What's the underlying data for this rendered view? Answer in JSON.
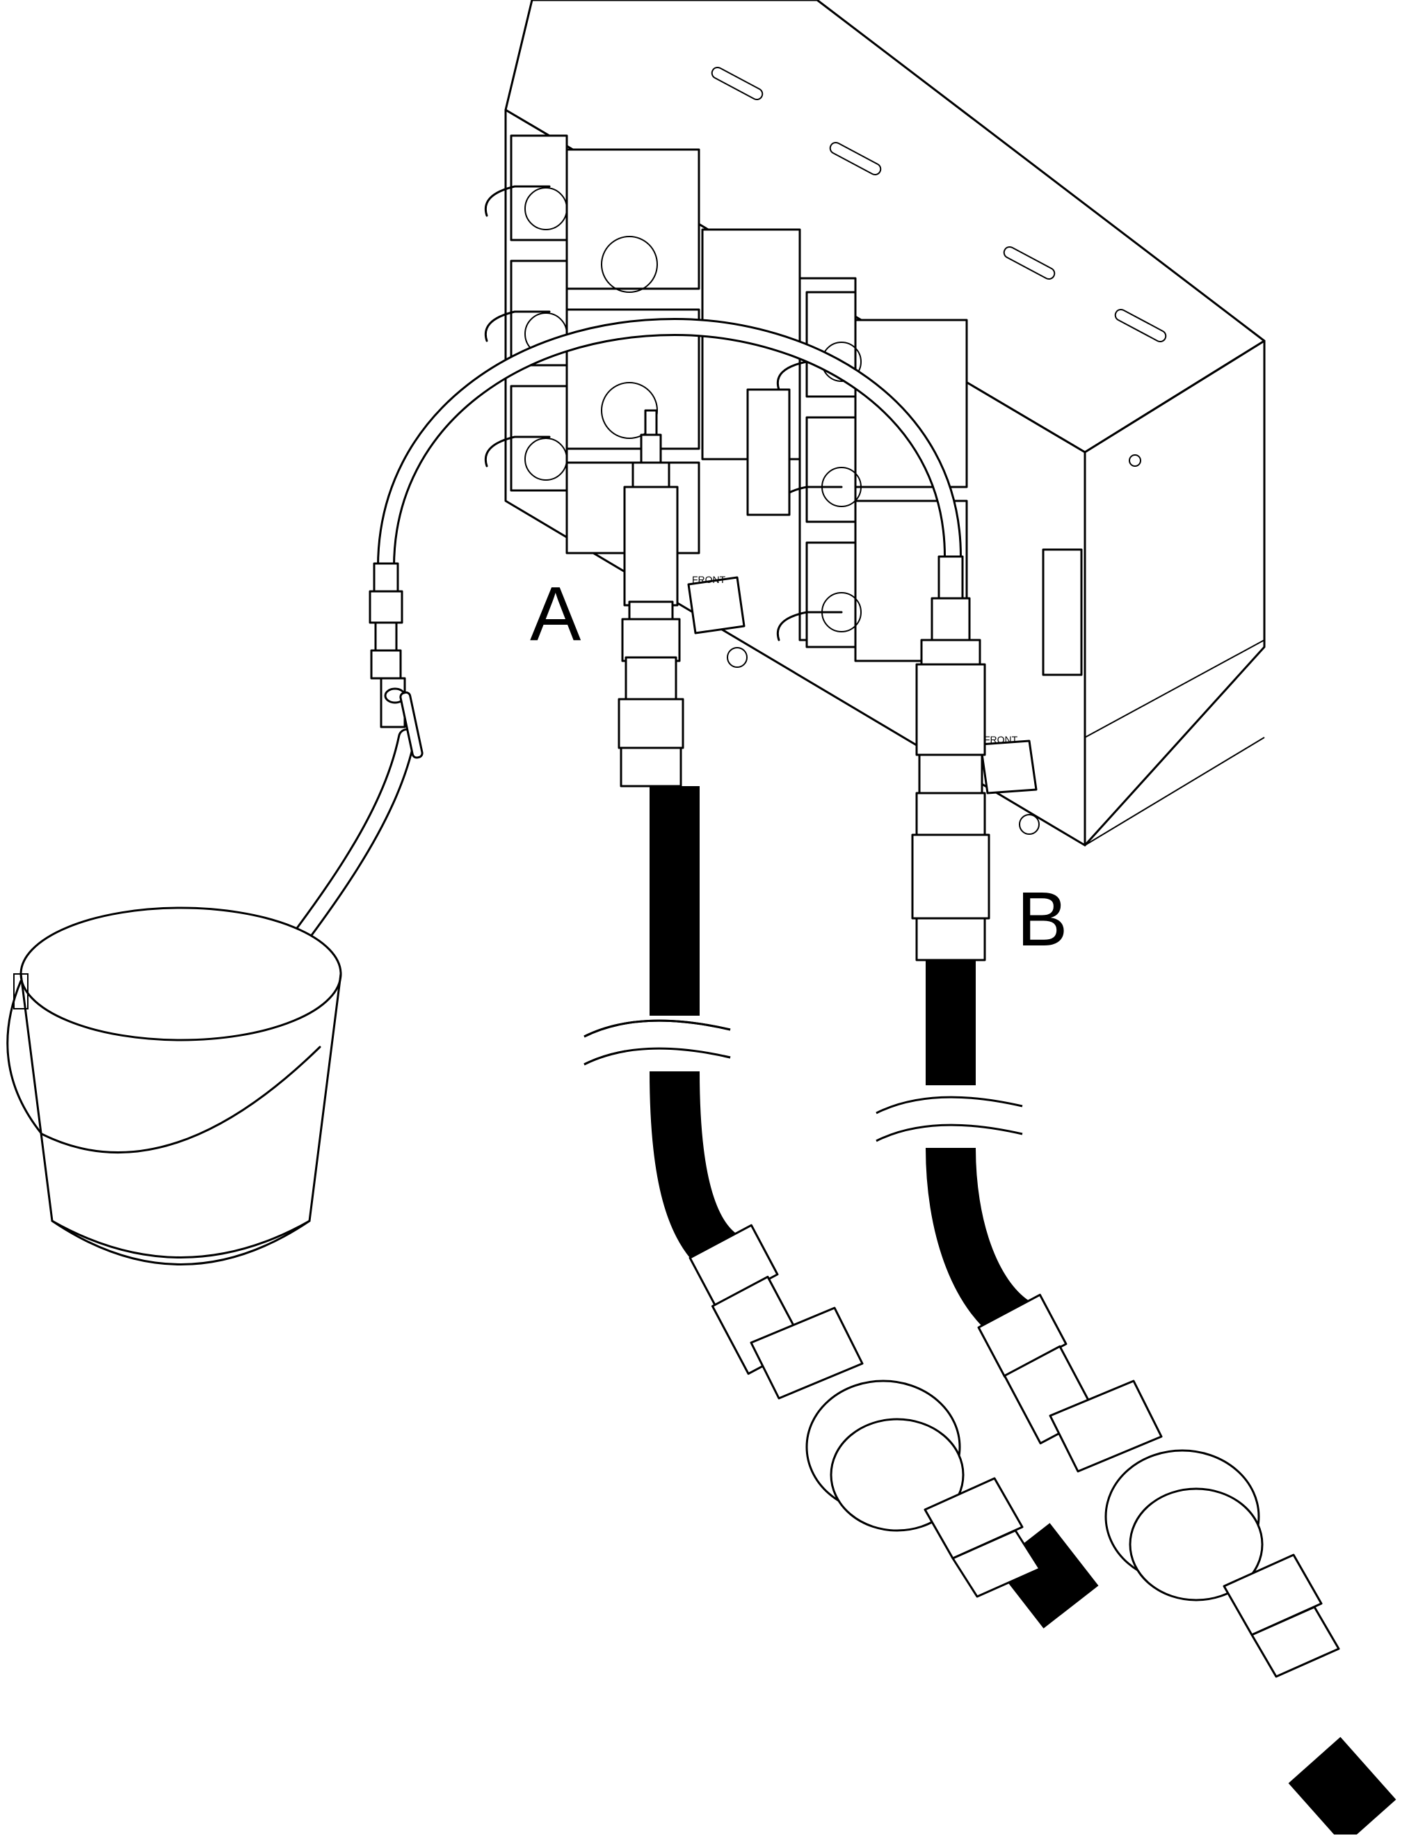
{
  "figure": {
    "callouts": [
      {
        "id": "A",
        "text": "A"
      },
      {
        "id": "B",
        "text": "B"
      }
    ],
    "chassis_label": "FRONT",
    "colors": {
      "line": "#000000",
      "background": "#ffffff",
      "hose": "#000000"
    }
  }
}
